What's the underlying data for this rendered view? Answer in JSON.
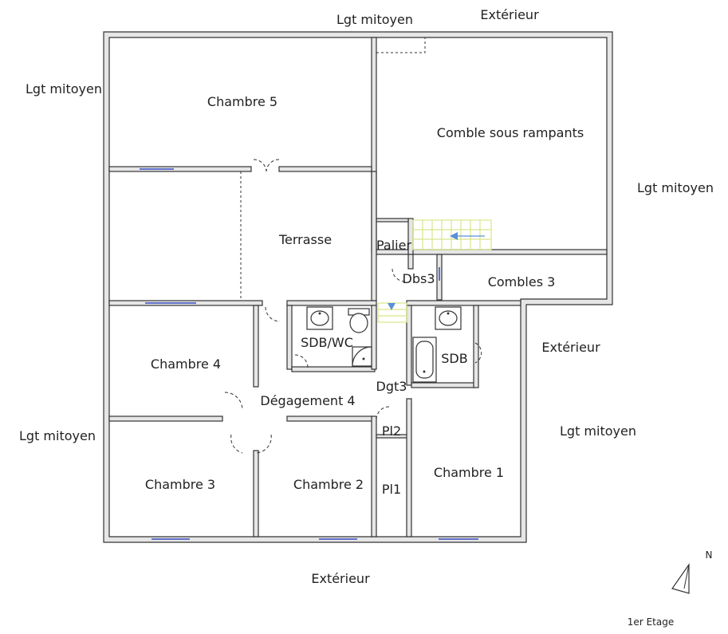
{
  "rooms": {
    "chambre5": "Chambre 5",
    "comble": "Comble sous rampants",
    "terrasse": "Terrasse",
    "palier": "Palier",
    "dbs3": "Dbs3",
    "combles3": "Combles 3",
    "sdbwc": "SDB/WC",
    "sdb": "SDB",
    "chambre4": "Chambre 4",
    "degagement4": "Dégagement 4",
    "dgt3": "Dgt3",
    "pl2": "Pl2",
    "pl1": "Pl1",
    "chambre3": "Chambre 3",
    "chambre2": "Chambre 2",
    "chambre1": "Chambre 1"
  },
  "surroundings": {
    "top_lgt": "Lgt mitoyen",
    "top_ext": "Extérieur",
    "left_lgt_top": "Lgt mitoyen",
    "right_lgt_top": "Lgt mitoyen",
    "right_ext": "Extérieur",
    "right_lgt_bottom": "Lgt mitoyen",
    "left_lgt_bottom": "Lgt mitoyen",
    "bottom_ext": "Extérieur"
  },
  "compass": {
    "label": "N"
  },
  "floor_label": "1er Etage",
  "colors": {
    "window": "#6070c8",
    "stair": "#d9e58a",
    "arrow": "#5a8fd6"
  }
}
